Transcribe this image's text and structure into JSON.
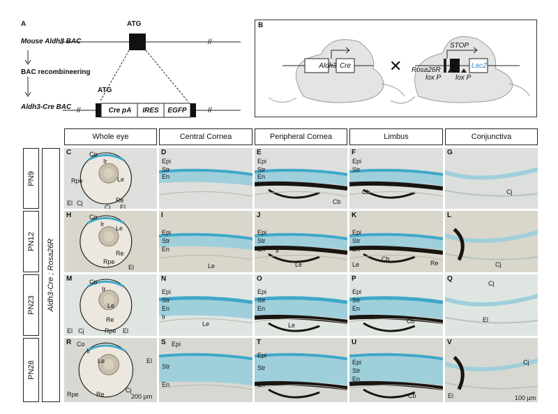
{
  "panelA": {
    "letter": "A",
    "bac_label": "Mouse Aldh3 BAC",
    "atg_top": "ATG",
    "recomb_label": "BAC recombineering",
    "atg_bottom": "ATG",
    "cre_bac_label": "Aldh3-Cre BAC",
    "segments": [
      "Cre pA",
      "IRES",
      "EGFP"
    ]
  },
  "panelB": {
    "letter": "B",
    "left_boxes": [
      "Aldh3",
      "Cre"
    ],
    "cross_symbol": "✕",
    "stop_label": "STOP",
    "rosa_label": "Rosa26R",
    "loxp_left": "lox P",
    "loxp_right": "lox P",
    "lacz_label": "LacZ",
    "lacz_color": "#3a8fd0"
  },
  "columns": [
    "Whole eye",
    "Central Cornea",
    "Peripheral Cornea",
    "Limbus",
    "Conjunctiva"
  ],
  "rows": [
    "PN9",
    "PN12",
    "PN23",
    "PN28"
  ],
  "genotype": "Aldh3-Cre ; Rosa26R",
  "panels": {
    "C": {
      "letter": "C",
      "labels": [
        "Co",
        "Ir",
        "Le",
        "Rpe",
        "Re",
        "El",
        "Cj",
        "Cj",
        "El"
      ]
    },
    "D": {
      "letter": "D",
      "labels": [
        "Epi",
        "Str",
        "En"
      ]
    },
    "E": {
      "letter": "E",
      "labels": [
        "Epi",
        "Str",
        "En",
        "Ir",
        "Cb"
      ]
    },
    "F": {
      "letter": "F",
      "labels": [
        "Epi",
        "Str",
        "Cb"
      ]
    },
    "G": {
      "letter": "G",
      "labels": [
        "Cj"
      ]
    },
    "H": {
      "letter": "H",
      "labels": [
        "Co",
        "Ir",
        "Le",
        "Re",
        "Rpe",
        "El"
      ]
    },
    "I": {
      "letter": "I",
      "labels": [
        "Epi",
        "Str",
        "En",
        "Le"
      ]
    },
    "J": {
      "letter": "J",
      "labels": [
        "Epi",
        "Str",
        "En",
        "Ir",
        "Le"
      ]
    },
    "K": {
      "letter": "K",
      "labels": [
        "Epi",
        "Str",
        "En",
        "Cb",
        "Le",
        "Re"
      ]
    },
    "L": {
      "letter": "L",
      "labels": [
        "Cj"
      ]
    },
    "M": {
      "letter": "M",
      "labels": [
        "Co",
        "Ir",
        "Le",
        "Re",
        "El",
        "Cj",
        "Rpe",
        "El"
      ]
    },
    "N": {
      "letter": "N",
      "labels": [
        "Epi",
        "Str",
        "En",
        "Ir",
        "Le"
      ]
    },
    "O": {
      "letter": "O",
      "labels": [
        "Epi",
        "Str",
        "En",
        "Le"
      ]
    },
    "P": {
      "letter": "P",
      "labels": [
        "Epi",
        "Str",
        "En",
        "Cb"
      ]
    },
    "Q": {
      "letter": "Q",
      "labels": [
        "Cj",
        "El"
      ]
    },
    "R": {
      "letter": "R",
      "labels": [
        "Co",
        "Ir",
        "Le",
        "El",
        "Rpe",
        "Re",
        "Cj"
      ]
    },
    "S": {
      "letter": "S",
      "labels": [
        "Epi",
        "Str",
        "En"
      ]
    },
    "T": {
      "letter": "T",
      "labels": [
        "Epi",
        "Str",
        "En"
      ]
    },
    "U": {
      "letter": "U",
      "labels": [
        "Epi",
        "Str",
        "En",
        "Cb"
      ]
    },
    "V": {
      "letter": "V",
      "labels": [
        "Cj",
        "El"
      ]
    }
  },
  "scalebars": [
    "200 µm",
    "100 µm"
  ],
  "colors": {
    "xgal_blue": "#3fa7c9",
    "pigment": "#1a1410",
    "tissue_bg": "#dfe3df"
  }
}
